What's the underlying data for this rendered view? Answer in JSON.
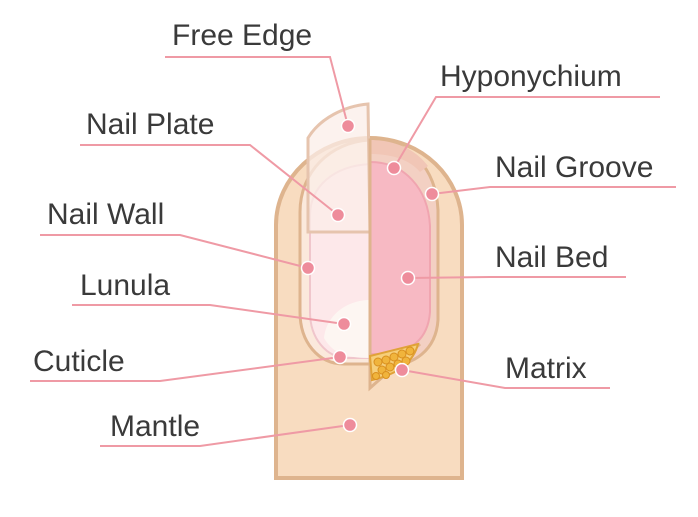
{
  "diagram": {
    "labels": {
      "free_edge": "Free Edge",
      "hyponychium": "Hyponychium",
      "nail_plate": "Nail Plate",
      "nail_groove": "Nail Groove",
      "nail_wall": "Nail Wall",
      "nail_bed": "Nail Bed",
      "lunula": "Lunula",
      "cuticle": "Cuticle",
      "matrix": "Matrix",
      "mantle": "Mantle"
    },
    "colors": {
      "skin": "#f8dcc0",
      "skin_outline": "#deb48e",
      "nail_bed": "#f7b9c3",
      "nail_plate": "#fde8ea",
      "lunula": "#fdf6f2",
      "matrix": "#f0b43c",
      "leader": "#ef9aa5",
      "dot": "#ee8c9b",
      "text": "#3a3a3a"
    }
  }
}
